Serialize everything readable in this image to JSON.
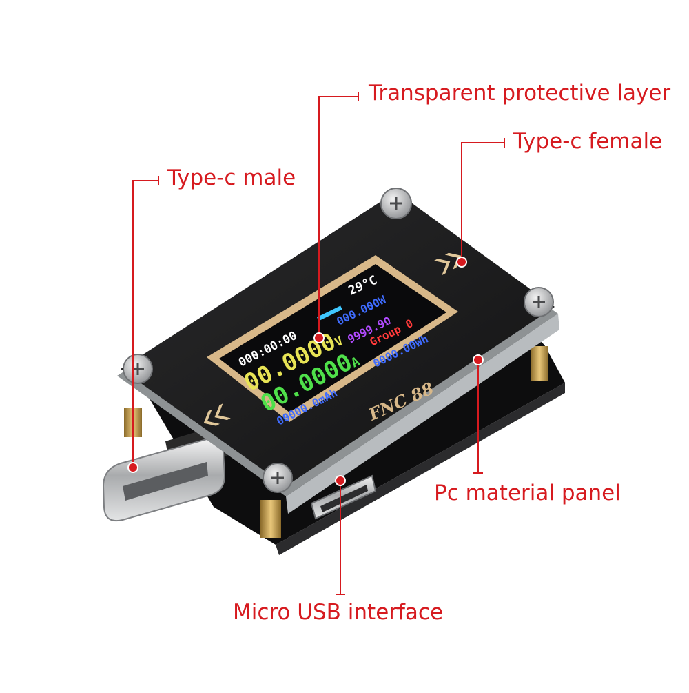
{
  "callouts": {
    "protective_layer": "Transparent protective layer",
    "typec_female": "Type-c female",
    "typec_male": "Type-c male",
    "pc_panel": "Pc material panel",
    "micro_usb": "Micro USB interface"
  },
  "device": {
    "brand": "FNC 88",
    "display": {
      "temperature": "29°C",
      "timer": "000:00:00",
      "power": "000.000W",
      "voltage": "00.0000",
      "voltage_unit": "V",
      "resistance": "9999.9Ω",
      "current": "00.0000",
      "current_unit": "A",
      "group": "Group 0",
      "capacity": "00000.0mAh",
      "energy": "0000.00Wh"
    }
  },
  "colors": {
    "callout": "#d61a1f",
    "board_black": "#1b1b1c",
    "gold_frame": "#d8b889",
    "lcd_yellow": "#e8e455",
    "lcd_green": "#4fe04a",
    "lcd_blue": "#3f6cff",
    "lcd_purple": "#b14bff",
    "lcd_red": "#ff3a3a",
    "lcd_cyan": "#3fc7ff"
  }
}
